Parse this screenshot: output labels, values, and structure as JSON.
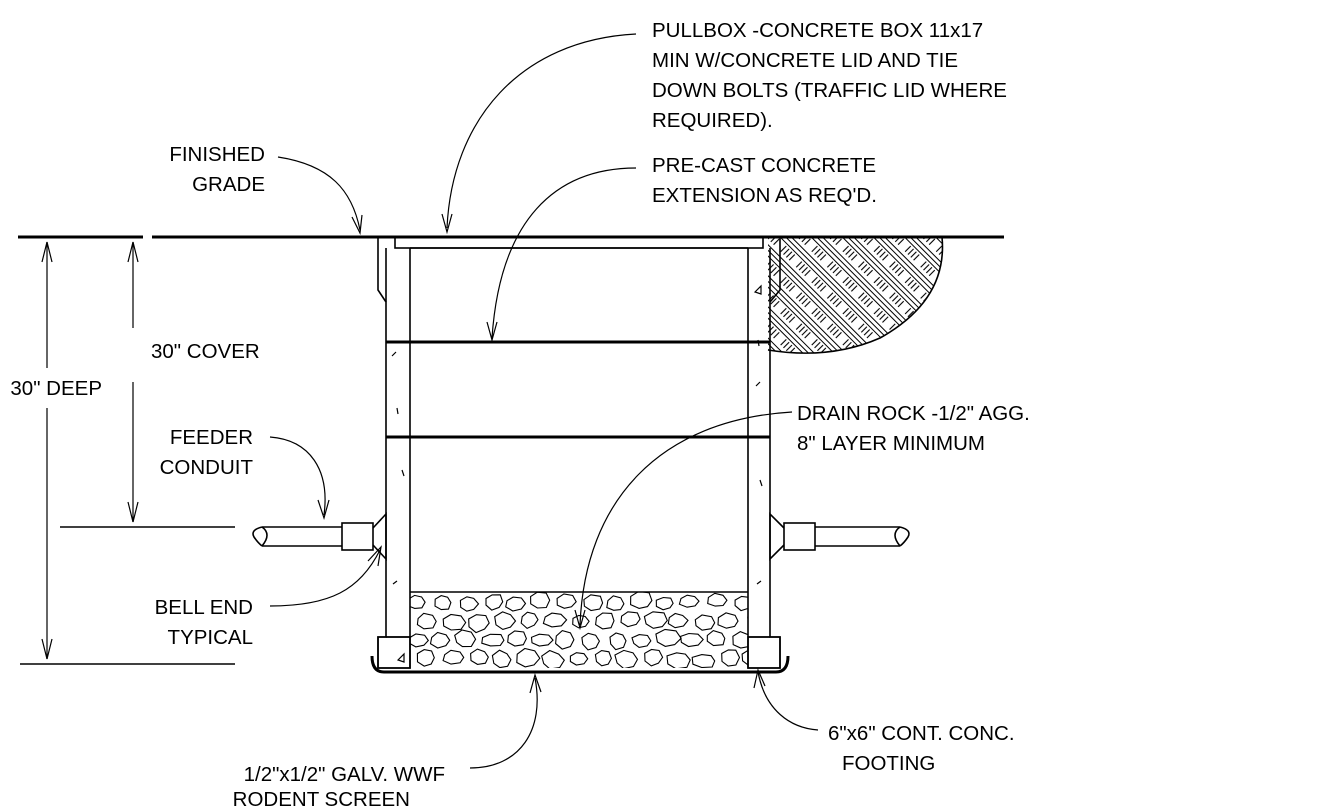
{
  "drawing_type": "pullbox section detail",
  "colors": {
    "ink": "#000000",
    "background": "#ffffff"
  },
  "dimensions": {
    "cover": "30\" COVER",
    "deep": "30\" DEEP"
  },
  "labels": {
    "finished_grade": [
      "FINISHED",
      "GRADE"
    ],
    "pullbox": [
      "PULLBOX -CONCRETE BOX 11x17",
      "MIN W/CONCRETE LID AND TIE",
      "DOWN BOLTS (TRAFFIC LID WHERE",
      "REQUIRED)."
    ],
    "extension": [
      "PRE-CAST CONCRETE",
      "EXTENSION AS REQ'D."
    ],
    "feeder_conduit": [
      "FEEDER",
      "CONDUIT"
    ],
    "drain_rock": [
      "DRAIN ROCK -1/2\" AGG.",
      "8\" LAYER MINIMUM"
    ],
    "bell_end": [
      "BELL END",
      "TYPICAL"
    ],
    "footing": [
      "6\"x6\" CONT. CONC.",
      "FOOTING"
    ],
    "rodent_screen": [
      "1/2\"x1/2\" GALV. WWF",
      "RODENT SCREEN"
    ]
  }
}
